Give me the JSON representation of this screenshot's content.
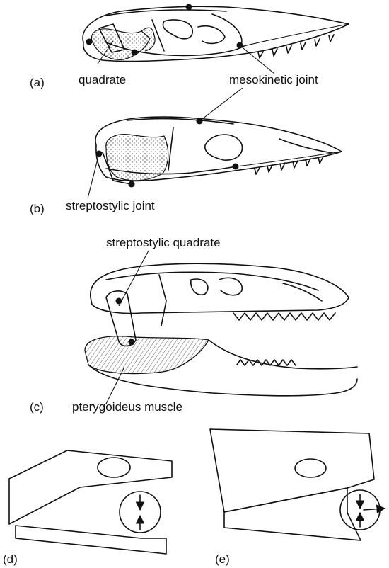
{
  "panels": {
    "a": {
      "letter": "(a)",
      "labels": [
        "quadrate",
        "mesokinetic joint"
      ]
    },
    "b": {
      "letter": "(b)",
      "labels": [
        "streptostylic joint"
      ]
    },
    "c": {
      "letter": "(c)",
      "labels": [
        "streptostylic quadrate",
        "pterygoideus muscle"
      ]
    },
    "d": {
      "letter": "(d)"
    },
    "e": {
      "letter": "(e)"
    }
  }
}
